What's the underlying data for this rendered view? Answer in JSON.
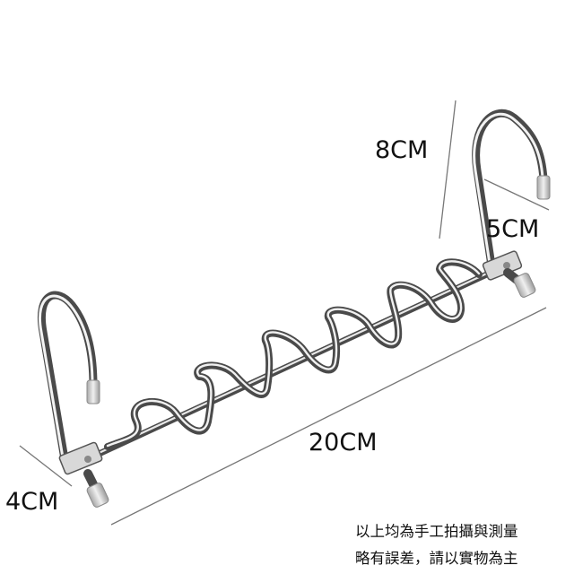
{
  "dimensions": {
    "height": "8CM",
    "hook_depth": "5CM",
    "length": "20CM",
    "width": "4CM"
  },
  "disclaimer": {
    "line1": "以上均為手工拍攝與測量",
    "line2": "略有誤差，請以實物為主"
  },
  "colors": {
    "background": "#ffffff",
    "text": "#111111",
    "dimension_line": "#777777",
    "steel_dark": "#4a4a4a",
    "steel_light": "#e8e8e8",
    "end_cap": "#cfcfcf"
  }
}
